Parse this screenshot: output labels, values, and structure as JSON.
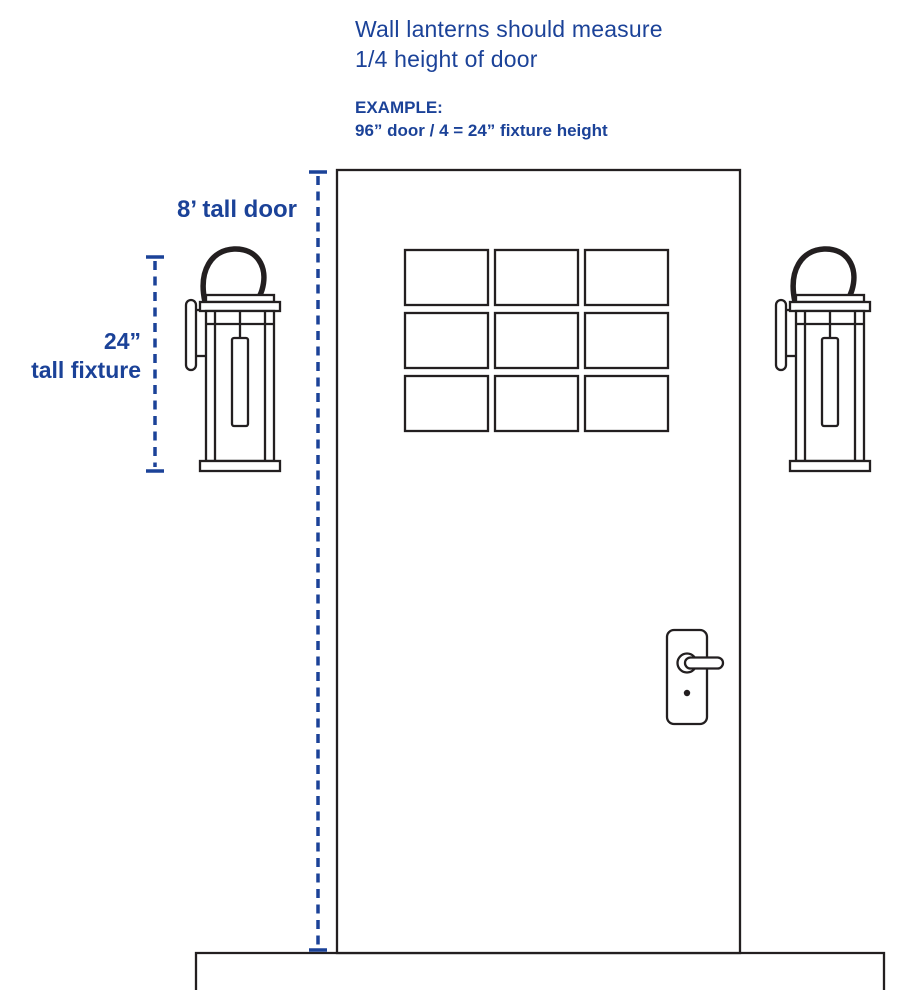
{
  "title": {
    "line1": "Wall lanterns should measure",
    "line2": "1/4 height of door"
  },
  "example": {
    "heading": "EXAMPLE:",
    "calculation": "96” door / 4 = 24” fixture height"
  },
  "measurements": {
    "door_height_label": "8’ tall door",
    "fixture_height_label_line1": "24”",
    "fixture_height_label_line2": "tall fixture"
  },
  "icons": {
    "left_lantern": "wall-lantern-icon",
    "right_lantern": "wall-lantern-icon",
    "door": "door-outline-icon",
    "door_window": "door-window-grid-icon",
    "door_handle": "door-handle-icon",
    "door_height_line": "dashed-measure-line-icon",
    "fixture_height_line": "dashed-measure-line-icon"
  },
  "colors": {
    "accent_blue": "#1b4298",
    "line_color": "#231f20",
    "background": "#ffffff"
  }
}
